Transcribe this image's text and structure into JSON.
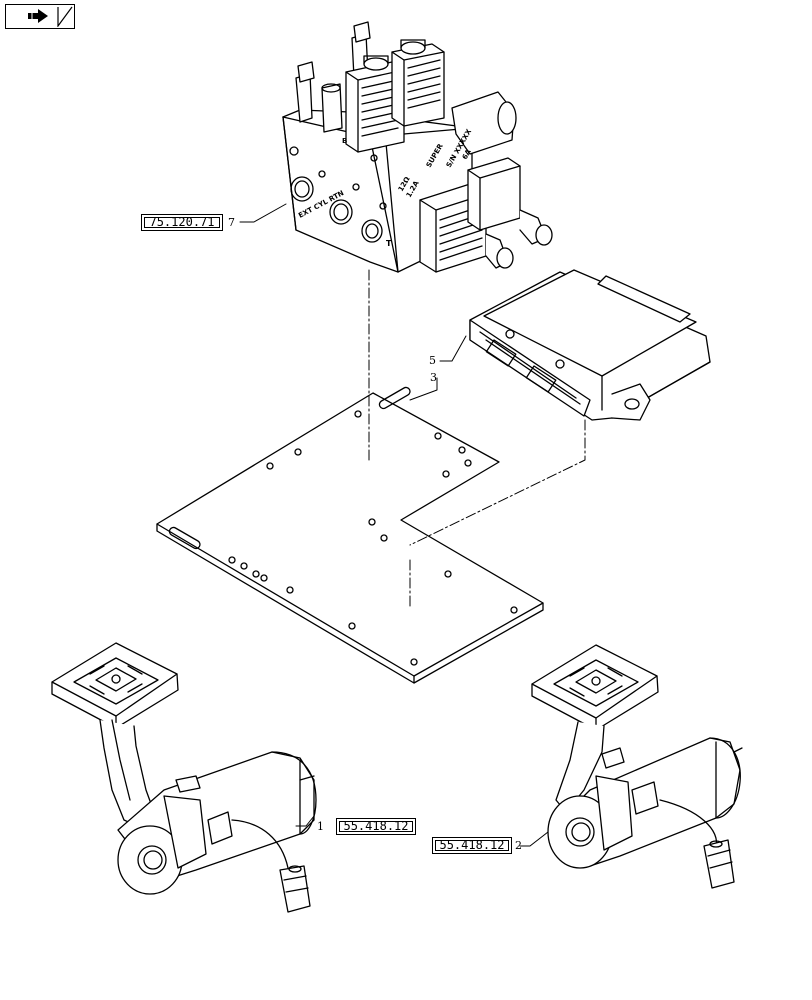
{
  "nav": {
    "icon": "arrow-right-icon"
  },
  "callouts": [
    {
      "item": "7",
      "ref": "75.120.71"
    },
    {
      "item": "5",
      "ref": ""
    },
    {
      "item": "3",
      "ref": ""
    },
    {
      "item": "1",
      "ref": "55.418.12"
    },
    {
      "item": "2",
      "ref": "55.418.12"
    }
  ],
  "valve_labels": {
    "ext_cyl_rtn": "EXT CYL RTN",
    "label_a": "12Ω",
    "label_b": "1.2A",
    "label_c": "SUPER",
    "label_d": "S/N XXXXX",
    "label_e": "6A",
    "port_t": "T",
    "port_b": "B"
  }
}
